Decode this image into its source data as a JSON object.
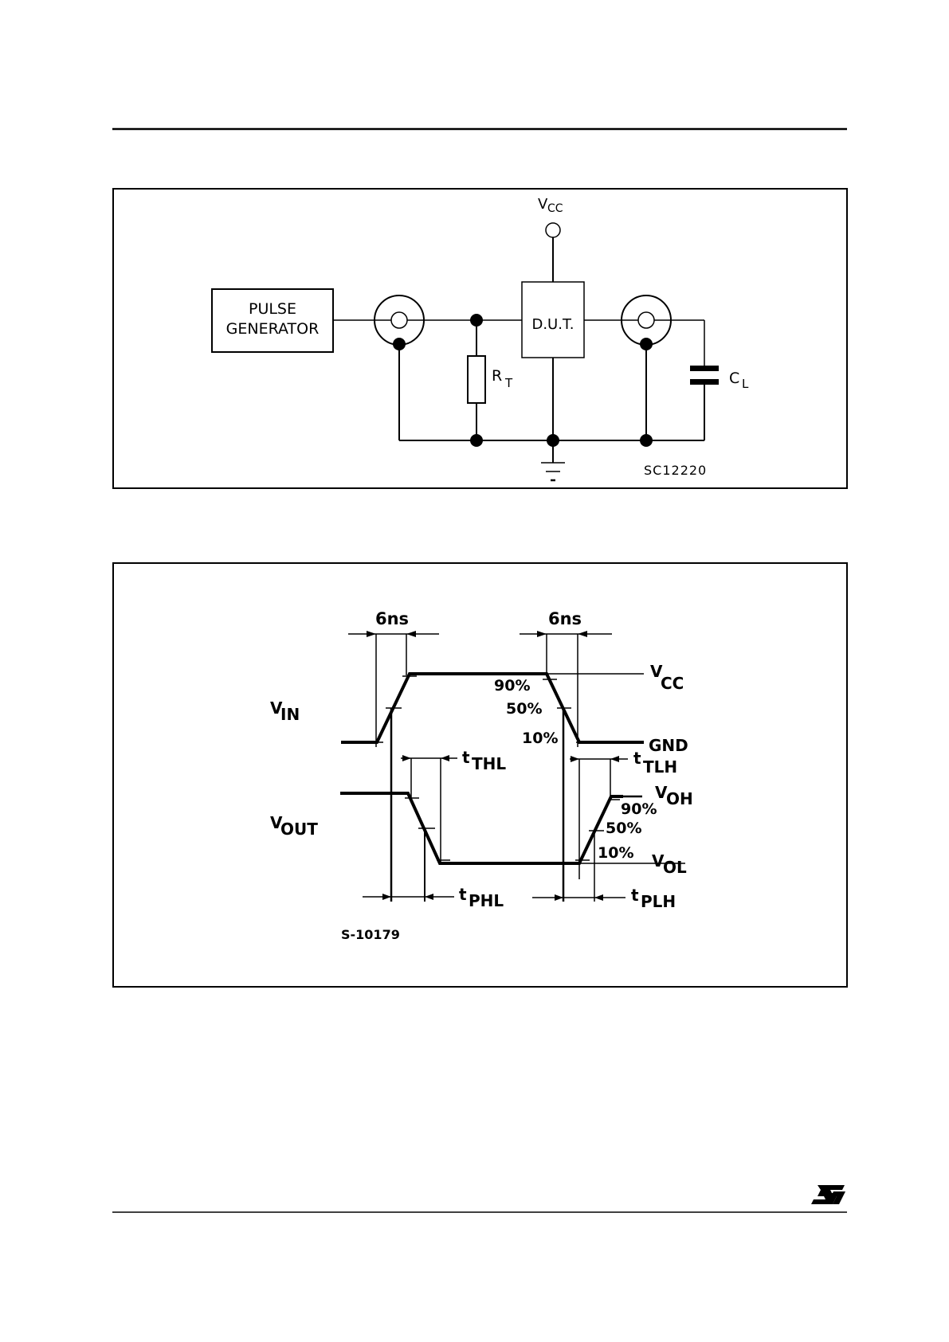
{
  "page": {
    "logo": "ST",
    "logo_icon": "st-logo-icon"
  },
  "circuit": {
    "vcc_label": "V",
    "vcc_sub": "CC",
    "pulse_generator_line1": "PULSE",
    "pulse_generator_line2": "GENERATOR",
    "dut_label": "D.U.T.",
    "rt_label": "R",
    "rt_sub": "T",
    "cl_label": "C",
    "cl_sub": "L",
    "drawing_code": "SC12220",
    "icons": [
      "coax-connector-icon",
      "resistor-icon",
      "capacitor-icon",
      "ground-icon",
      "supply-terminal-icon"
    ]
  },
  "waveform": {
    "rise_time_label": "6ns",
    "fall_time_label": "6ns",
    "vin_label": "V",
    "vin_sub": "IN",
    "vout_label": "V",
    "vout_sub": "OUT",
    "vcc_label": "V",
    "vcc_sub": "CC",
    "gnd_label": "GND",
    "voh_label": "V",
    "voh_sub": "OH",
    "vol_label": "V",
    "vol_sub": "OL",
    "pct90": "90%",
    "pct50": "50%",
    "pct10": "10%",
    "tthl_label": "t",
    "tthl_sub": "THL",
    "ttlh_label": "t",
    "ttlh_sub": "TLH",
    "tphl_label": "t",
    "tphl_sub": "PHL",
    "tplh_label": "t",
    "tplh_sub": "PLH",
    "drawing_code": "S-10179"
  }
}
